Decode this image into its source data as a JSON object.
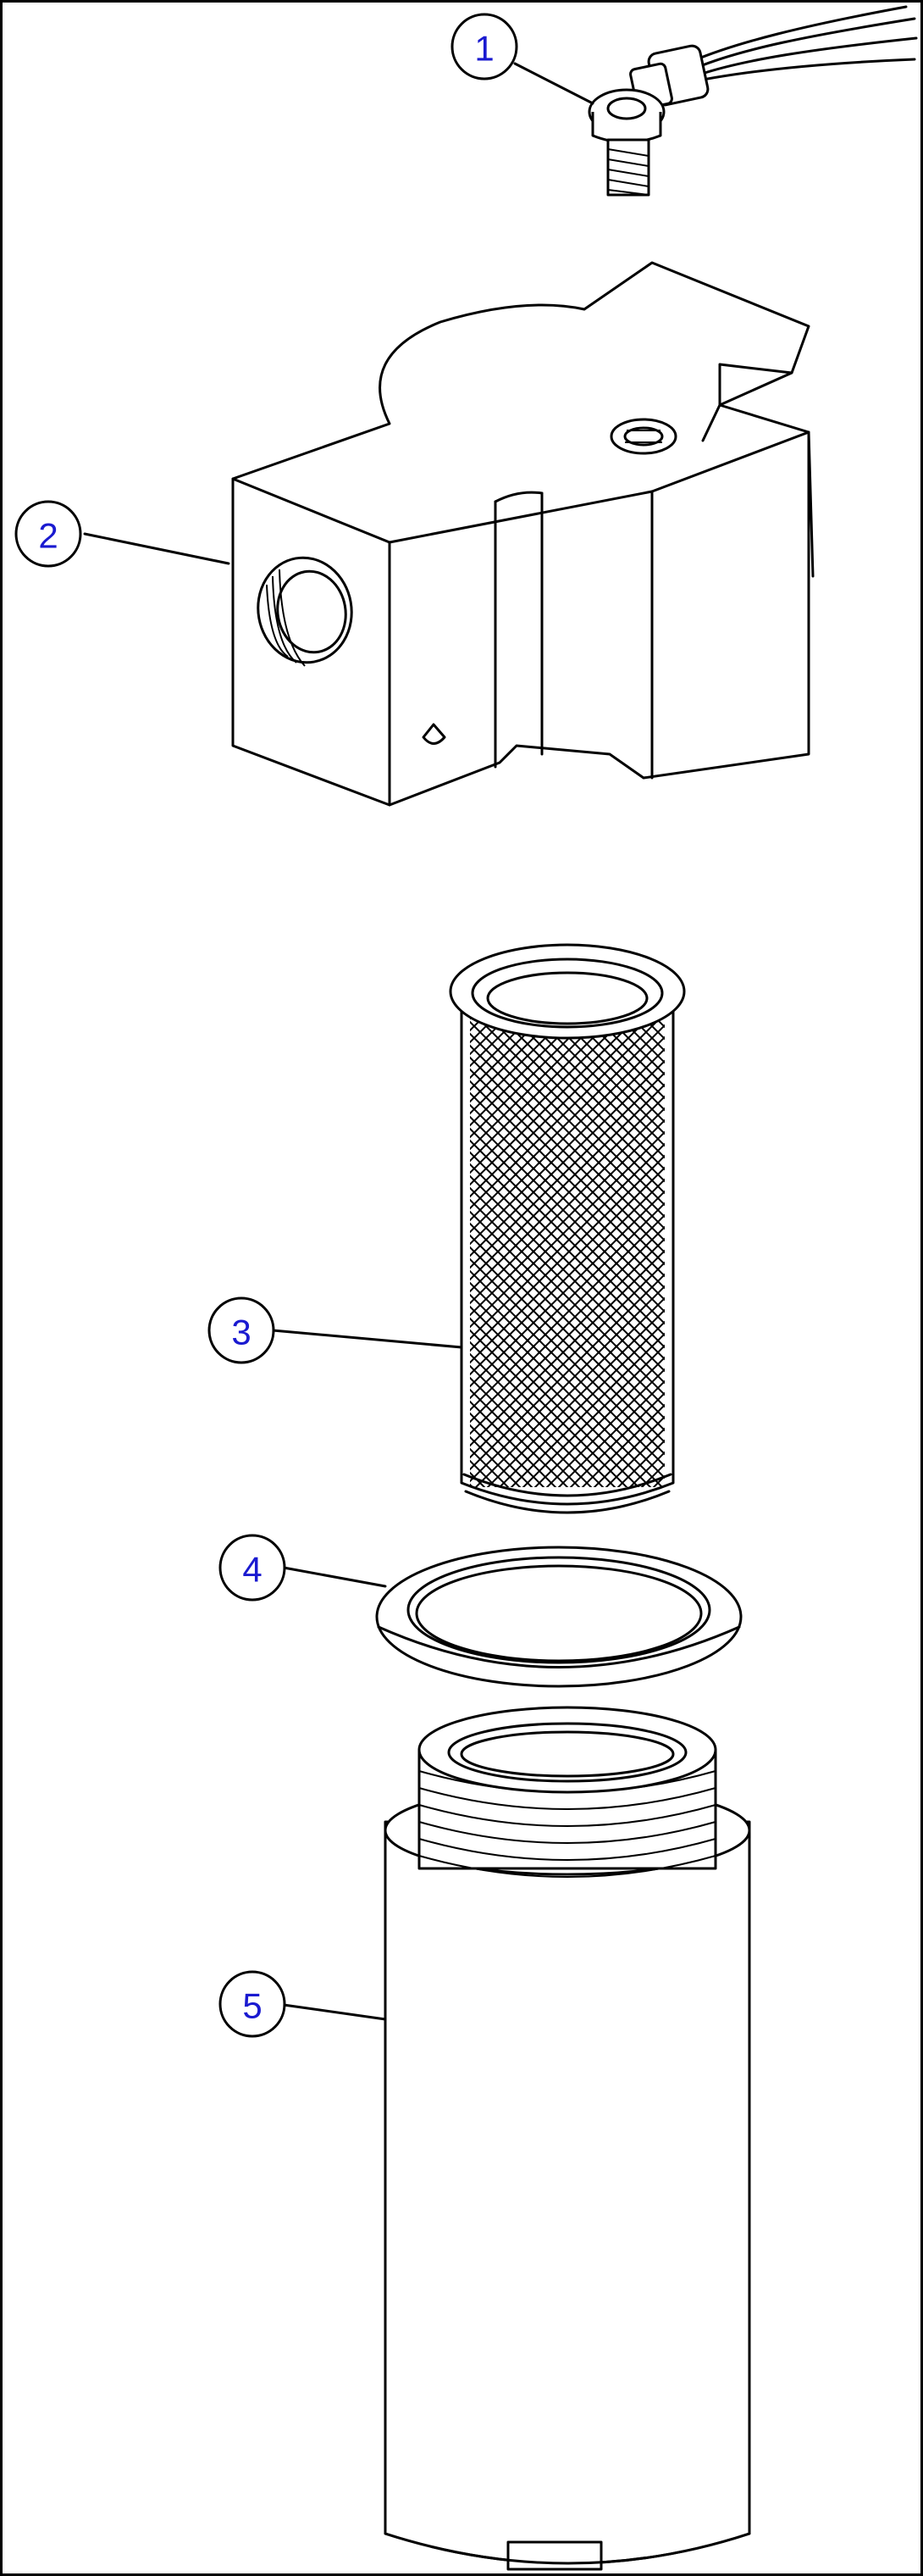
{
  "callouts": [
    {
      "label": "1",
      "part": "pressure-switch"
    },
    {
      "label": "2",
      "part": "filter-head"
    },
    {
      "label": "3",
      "part": "filter-element"
    },
    {
      "label": "4",
      "part": "o-ring"
    },
    {
      "label": "5",
      "part": "filter-bowl"
    }
  ],
  "colors": {
    "callout_number": "#1a1ad0",
    "line": "#000000",
    "background": "#ffffff"
  }
}
